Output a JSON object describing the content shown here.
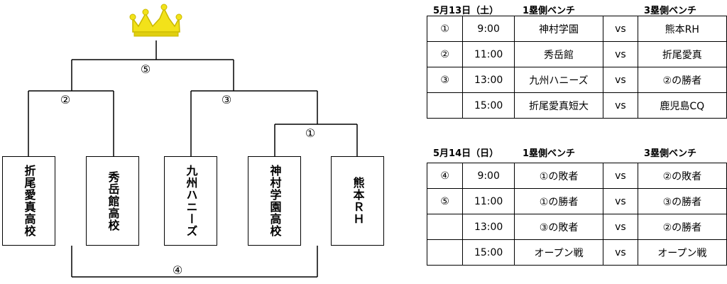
{
  "bracket": {
    "teams": [
      {
        "name": "折尾愛真高校"
      },
      {
        "name": "秀岳館高校"
      },
      {
        "name": "九州ハニーズ"
      },
      {
        "name": "神村学園高校"
      },
      {
        "name": "熊本ＲＨ"
      }
    ],
    "game_labels": {
      "g1": "①",
      "g2": "②",
      "g3": "③",
      "g4": "④",
      "g5": "⑤"
    },
    "icon": "crown-icon",
    "crown_color": "#f2e21a"
  },
  "schedule": [
    {
      "date": "5月13日（土）",
      "home_header": "1塁側ベンチ",
      "away_header": "3塁側ベンチ",
      "rows": [
        {
          "no": "①",
          "time": "9:00",
          "home": "神村学園",
          "vs": "vs",
          "away": "熊本RH"
        },
        {
          "no": "②",
          "time": "11:00",
          "home": "秀岳館",
          "vs": "vs",
          "away": "折尾愛真"
        },
        {
          "no": "③",
          "time": "13:00",
          "home": "九州ハニーズ",
          "vs": "vs",
          "away": "②の勝者"
        },
        {
          "no": "",
          "time": "15:00",
          "home": "折尾愛真短大",
          "vs": "vs",
          "away": "鹿児島CQ"
        }
      ]
    },
    {
      "date": "5月14日（日）",
      "home_header": "1塁側ベンチ",
      "away_header": "3塁側ベンチ",
      "rows": [
        {
          "no": "④",
          "time": "9:00",
          "home": "①の敗者",
          "vs": "vs",
          "away": "②の敗者"
        },
        {
          "no": "⑤",
          "time": "11:00",
          "home": "①の勝者",
          "vs": "vs",
          "away": "③の勝者"
        },
        {
          "no": "",
          "time": "13:00",
          "home": "③の敗者",
          "vs": "vs",
          "away": "②の勝者"
        },
        {
          "no": "",
          "time": "15:00",
          "home": "オープン戦",
          "vs": "vs",
          "away": "オープン戦"
        }
      ]
    }
  ]
}
